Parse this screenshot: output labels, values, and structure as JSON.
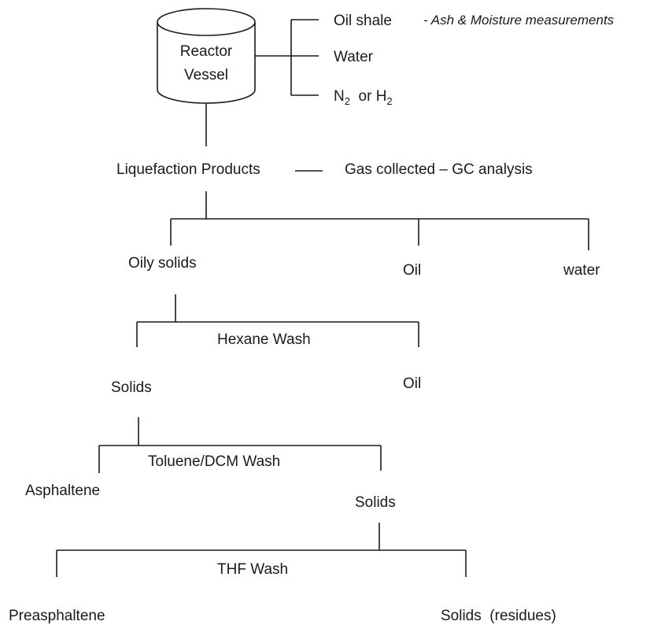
{
  "reactor": {
    "line1": "Reactor",
    "line2": "Vessel"
  },
  "inputs": {
    "oil_shale": "Oil shale",
    "water": "Water",
    "gas_prefix": "N",
    "gas_sub1": "2",
    "gas_mid": "  or H",
    "gas_sub2": "2"
  },
  "note": "- Ash & Moisture measurements",
  "liquefaction": {
    "label": "Liquefaction Products",
    "gas": "Gas collected – GC analysis"
  },
  "split1": {
    "oily_solids": "Oily solids",
    "oil": "Oil",
    "water": "water"
  },
  "hexane": {
    "wash": "Hexane Wash",
    "solids": "Solids",
    "oil": "Oil"
  },
  "toluene": {
    "wash": "Toluene/DCM Wash",
    "asphaltene": "Asphaltene",
    "solids": "Solids"
  },
  "thf": {
    "wash": "THF Wash",
    "preasphaltene": "Preasphaltene",
    "residues": "Solids  (residues)"
  }
}
